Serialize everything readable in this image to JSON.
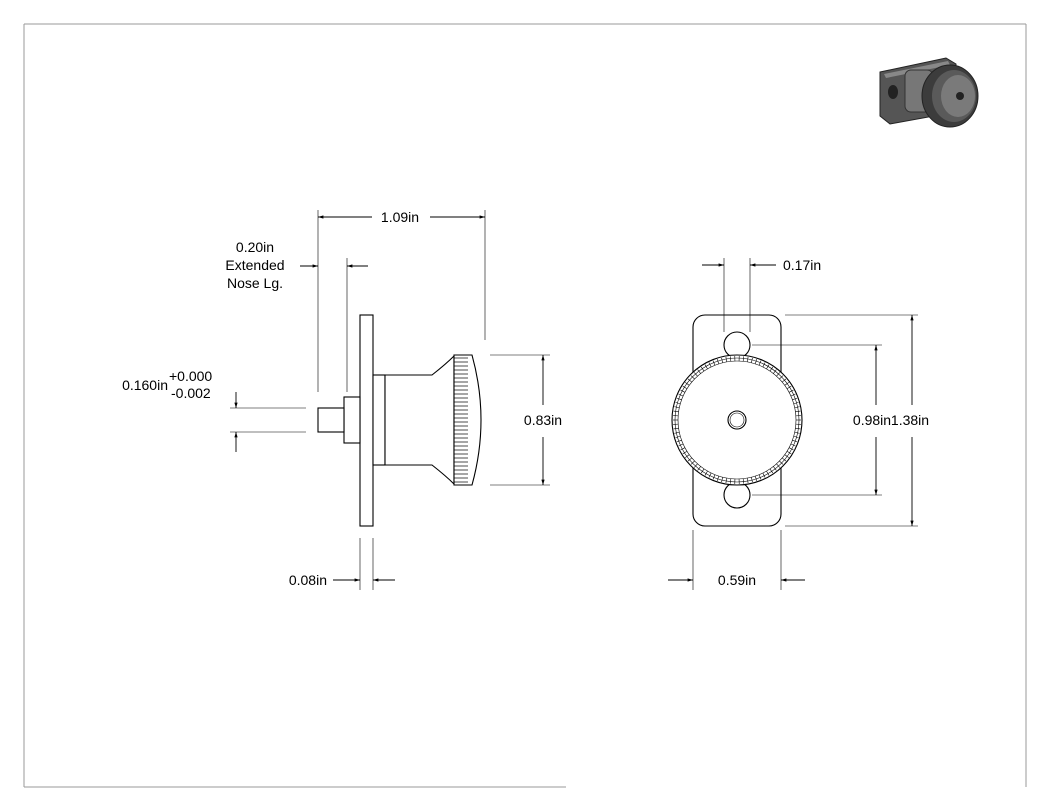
{
  "drawing": {
    "side_view": {
      "overall_length": "1.09in",
      "nose_length_value": "0.20in",
      "nose_length_line2": "Extended",
      "nose_length_line3": "Nose Lg.",
      "pin_diameter": "0.160in",
      "pin_tol_plus": "+0.000",
      "pin_tol_minus": "-0.002",
      "knob_diameter": "0.83in",
      "flange_thickness": "0.08in"
    },
    "front_view": {
      "hole_diameter": "0.17in",
      "hole_spacing": "0.98in",
      "flange_height": "1.38in",
      "flange_width": "0.59in"
    }
  },
  "colors": {
    "line": "#000000",
    "border": "#9a9a9a",
    "thumb_dark": "#3c3c3c",
    "thumb_mid": "#6e6e6e",
    "thumb_light": "#a8a8a8"
  }
}
